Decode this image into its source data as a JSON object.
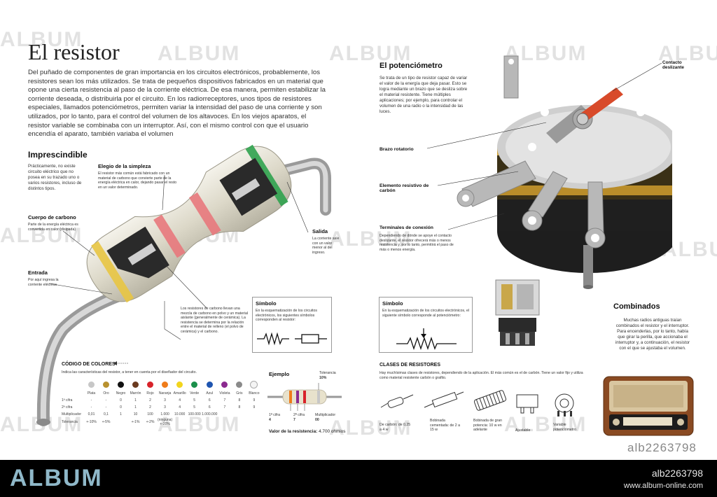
{
  "title": "El resistor",
  "intro": "Del puñado de componentes de gran importancia en los circuitos electrónicos, probablemente, los resistores sean los más utilizados. Se trata de pequeños dispositivos fabricados en un material que opone una cierta resistencia al paso de la corriente eléctrica. De esa manera, permiten estabilizar la corriente deseada, o distribuirla por el circuito. En los radiorreceptores, unos tipos de resistores especiales, llamados potenciómetros, permiten variar la intensidad del paso de una corriente y son utilizados, por lo tanto, para el control del volumen de los altavoces. En los viejos aparatos, el resistor variable se combinaba con un interruptor. Así, con el mismo control con que el usuario encendía el aparato, también variaba el volumen",
  "imprescindible": {
    "heading": "Imprescindible",
    "text": "Prácticamente, no existe circuito eléctrico que no posea en su trazado uno o varios resistores, incluso de distintos tipos."
  },
  "eleccion": {
    "heading": "Elegio de la simpleza",
    "text": "El resistor más común está fabricado con un material de carbono que convierte parte de la energía eléctrica en calor, dejando pasar el resto en un valor determinado."
  },
  "cuerpo": {
    "heading": "Cuerpo de carbono",
    "text": "Parte de la energía eléctrica es convertida en calor (disipada)"
  },
  "entrada": {
    "heading": "Entrada",
    "text": "Por aquí ingresa la corriente eléctrica"
  },
  "salida": {
    "heading": "Salida",
    "text": "La corriente sale con un valor menor al del ingreso."
  },
  "carbon_text": "Los resistores de carbono llevan una mezcla de carbono en polvo y un material aislante (generalmente de cerámica). La resistencia se determina por la relación entre el material de relleno (el polvo de cerámica) y el carbono.",
  "simbolo_left": {
    "heading": "Símbolo",
    "text": "En la esquematización de los circuitos electrónicos, los siguientes símbolos corresponden al resistor:"
  },
  "codigo": {
    "heading": "CÓDIGO DE COLORES",
    "subtitle": "Indica las características del resistor, a tener en cuenta por el diseñador del circuito.",
    "colors": [
      "Plata",
      "Oro",
      "Negro",
      "Marrón",
      "Rojo",
      "Naranja",
      "Amarillo",
      "Verde",
      "Azul",
      "Violeta",
      "Gris",
      "Blanco"
    ],
    "swatches": [
      "#c7c7c7",
      "#b8912f",
      "#111111",
      "#6b3a1f",
      "#d8232a",
      "#ef7c1a",
      "#f2d51d",
      "#1a8f4a",
      "#1f55b0",
      "#8b2a8f",
      "#8a8a8a",
      "#f4f4f4"
    ],
    "rows": [
      {
        "label": "1ª cifra",
        "values": [
          "-",
          "-",
          "0",
          "1",
          "2",
          "3",
          "4",
          "5",
          "6",
          "7",
          "8",
          "9"
        ]
      },
      {
        "label": "2ª cifra",
        "values": [
          "-",
          "-",
          "0",
          "1",
          "2",
          "3",
          "4",
          "5",
          "6",
          "7",
          "8",
          "9"
        ]
      },
      {
        "label": "Multiplicador",
        "values": [
          "0,01",
          "0,1",
          "1",
          "10",
          "100",
          "1.000",
          "10.000",
          "100.000",
          "1.000.000",
          "",
          "",
          ""
        ]
      },
      {
        "label": "Tolerancia",
        "values": [
          "+-10%",
          "+-5%",
          "",
          "+-1%",
          "+-2%",
          "(ninguna) +-20%",
          "",
          "",
          "",
          "",
          "",
          ""
        ]
      }
    ]
  },
  "ejemplo": {
    "heading": "Ejemplo",
    "tolerancia_label": "Tolerancia",
    "tolerancia_value": "10%",
    "cifra1_label": "1ª cifra",
    "cifra1_value": "4",
    "cifra2_label": "2ª cifra",
    "cifra2_value": "7",
    "mult_label": "Multiplicador",
    "mult_value": "00",
    "valor_label": "Valor de la resistencia:",
    "valor_value": "4.700 ohmios"
  },
  "potenciometro": {
    "heading": "El potenciómetro",
    "text": "Se trata de un tipo de resistor capaz de variar el valor de la energía que deja pasar. Esto se logra mediante un brazo que se desliza sobre el material resistente. Tiene múltiples aplicaciones; por ejemplo, para controlar el volumen de una radio o la intensidad de las luces."
  },
  "contacto": "Contacto deslizante",
  "brazo": "Brazo rotatorio",
  "elemento": "Elemento resistivo de carbón",
  "terminales": {
    "heading": "Terminales de conexión",
    "text": "Dependiendo de dónde se apoye el contacto deslizante, el resistor ofrecerá más o menos resistencia y, por lo tanto, permitirá el paso de más o menos energía."
  },
  "simbolo_right": {
    "heading": "Símbolo",
    "text": "En la esquematización de los circuitos electrónicos, el siguiente símbolo corresponde al potenciómetro:"
  },
  "combinados": {
    "heading": "Combinados",
    "text": "Muchas radios antiguas traían combinados el resistor y el interruptor. Para encenderlas, por lo tanto, había que girar la perilla, que accionaba el interruptor y, a continuación, el resistor con el que se ajustaba el volumen."
  },
  "clases": {
    "heading": "CLASES DE RESISTORES",
    "subtitle": "Hay muchísimas clases de resistores, dependiendo de la aplicación. El más común es el de carbón. Tiene un valor fijo y utiliza como material resistente carbón o grafito.",
    "items": [
      "De carbón: de 0,25 a 4 w",
      "Bobinada cementada: de 2 a 15 w",
      "Bobinada de gran potencia: 10 w en adelante",
      "Ajustable",
      "Variable potenciómetro"
    ]
  },
  "watermark": "ALBUM",
  "sidebar_id": "alb2263798",
  "footer": {
    "logo": "ALBUM",
    "id": "alb2263798",
    "url": "www.album-online.com"
  }
}
